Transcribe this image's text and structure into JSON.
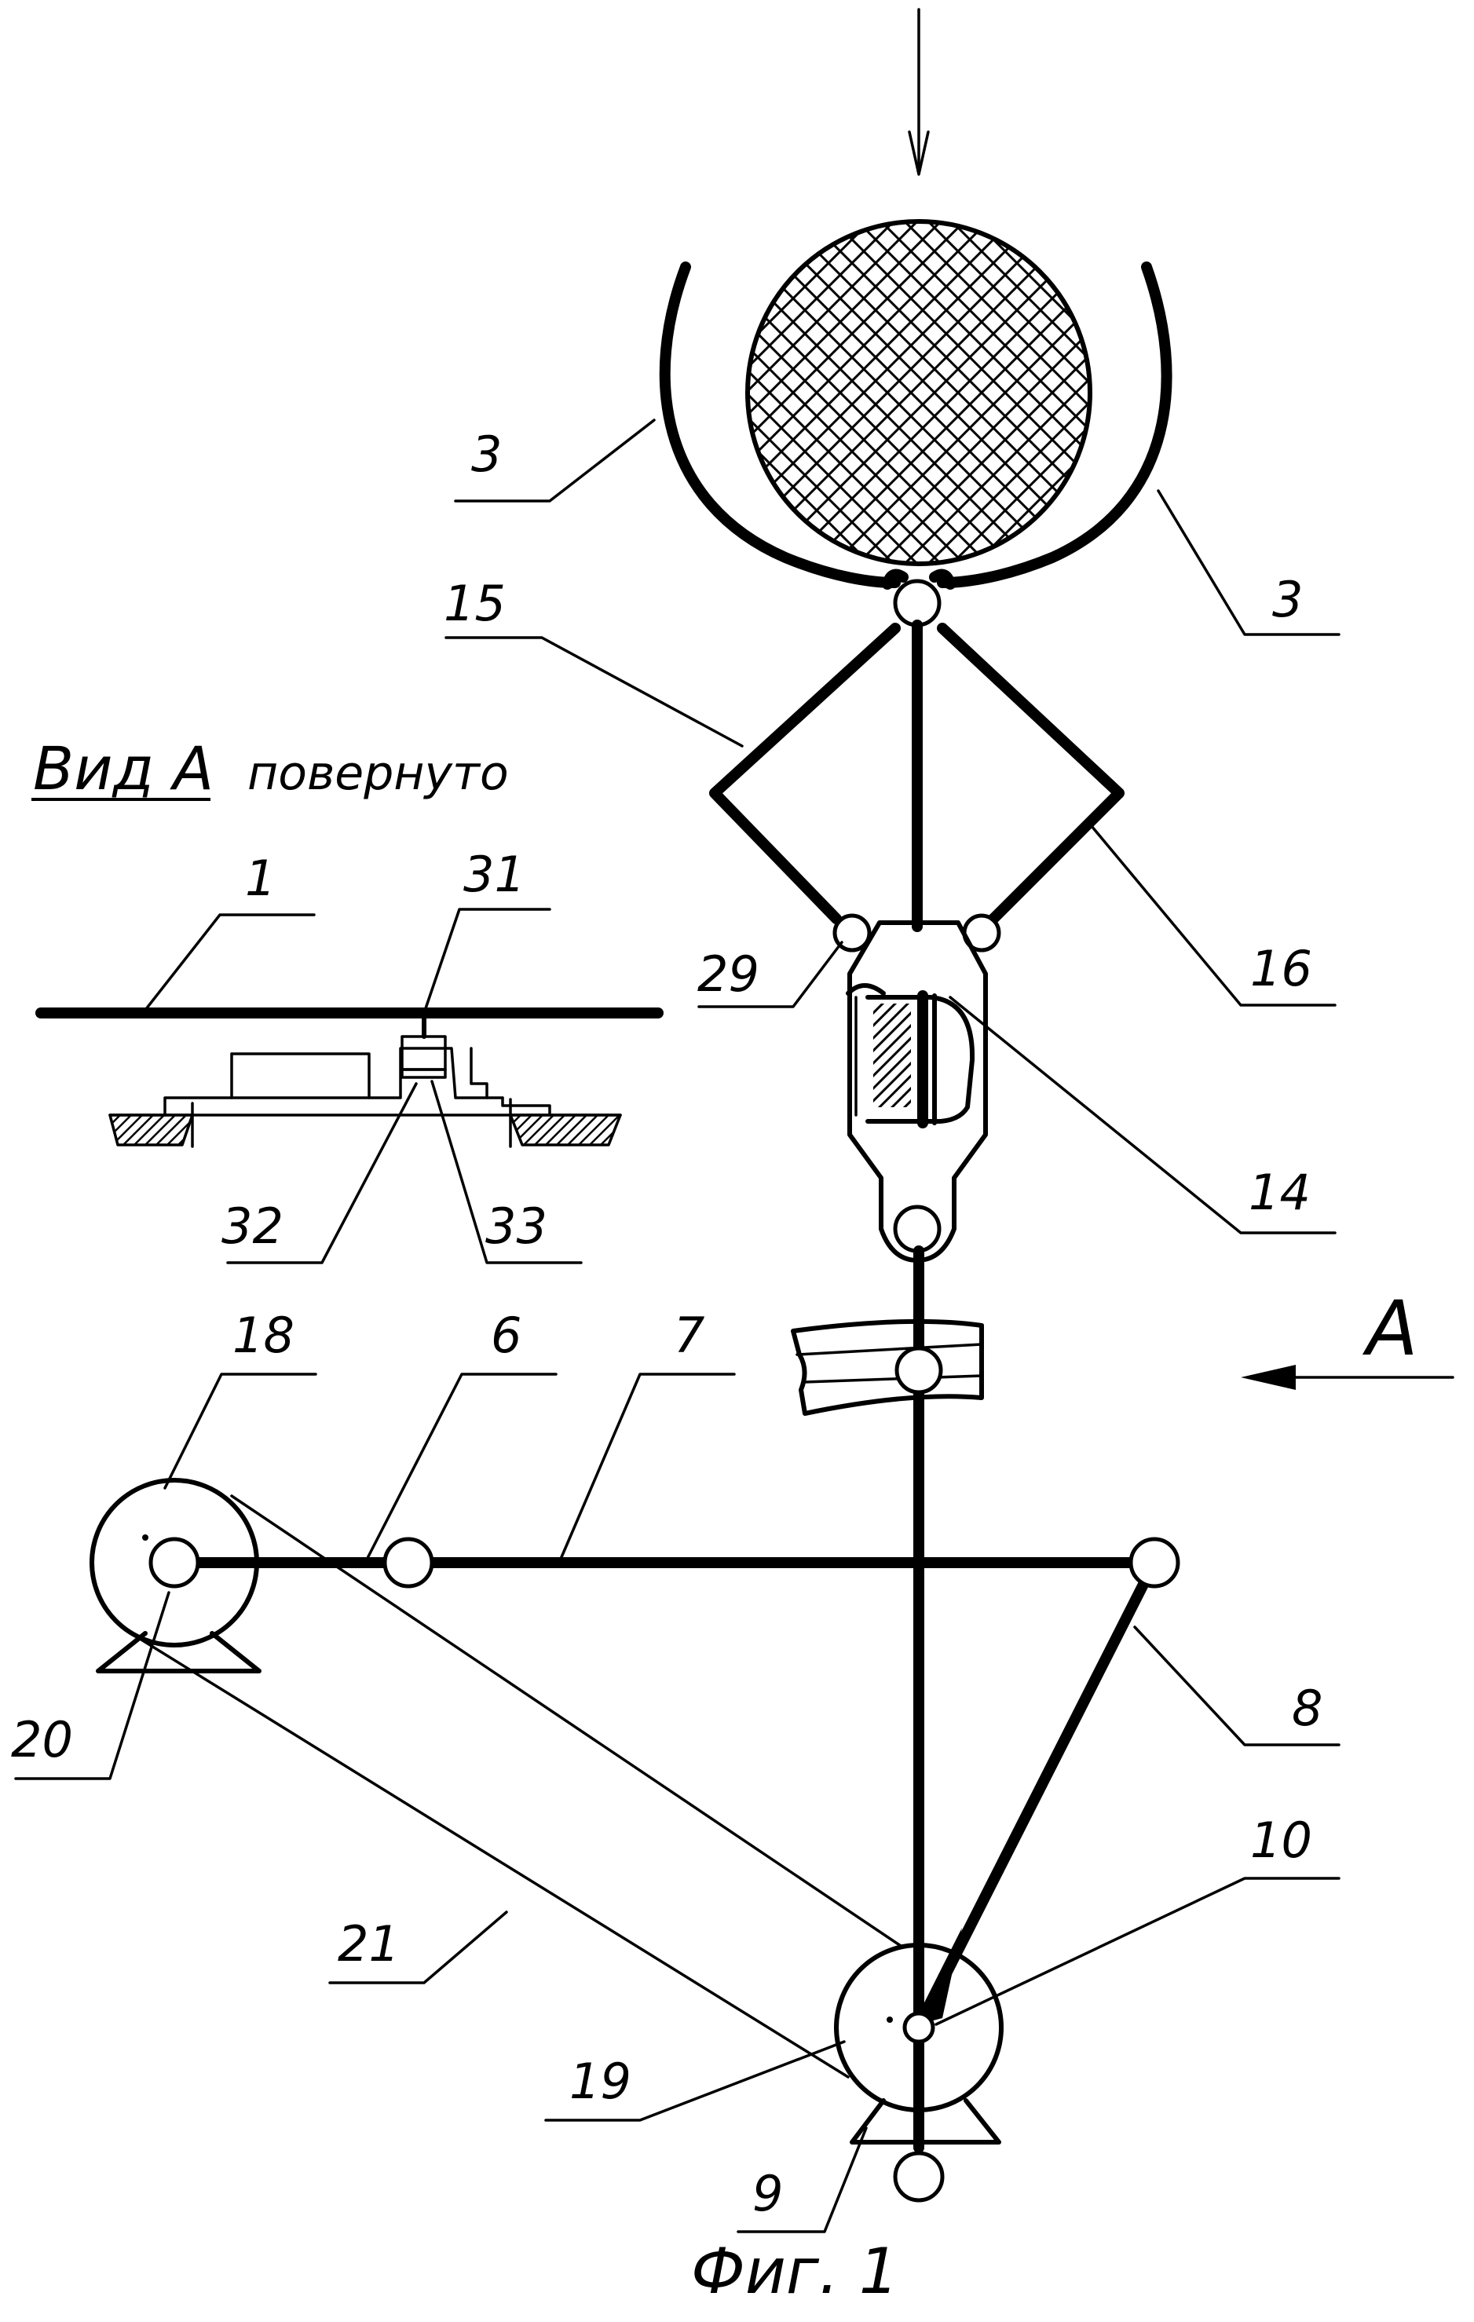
{
  "figure": {
    "caption": "Фиг. 1",
    "view_title": "Вид А",
    "view_note": "повернуто",
    "view_arrow_label": "А"
  },
  "labels": {
    "part_1": "1",
    "part_3_left": "3",
    "part_3_right": "3",
    "part_6": "6",
    "part_7": "7",
    "part_8": "8",
    "part_9": "9",
    "part_10": "10",
    "part_14": "14",
    "part_15": "15",
    "part_16": "16",
    "part_18": "18",
    "part_19": "19",
    "part_20": "20",
    "part_21": "21",
    "part_29": "29",
    "part_31": "31",
    "part_32": "32",
    "part_33": "33"
  }
}
